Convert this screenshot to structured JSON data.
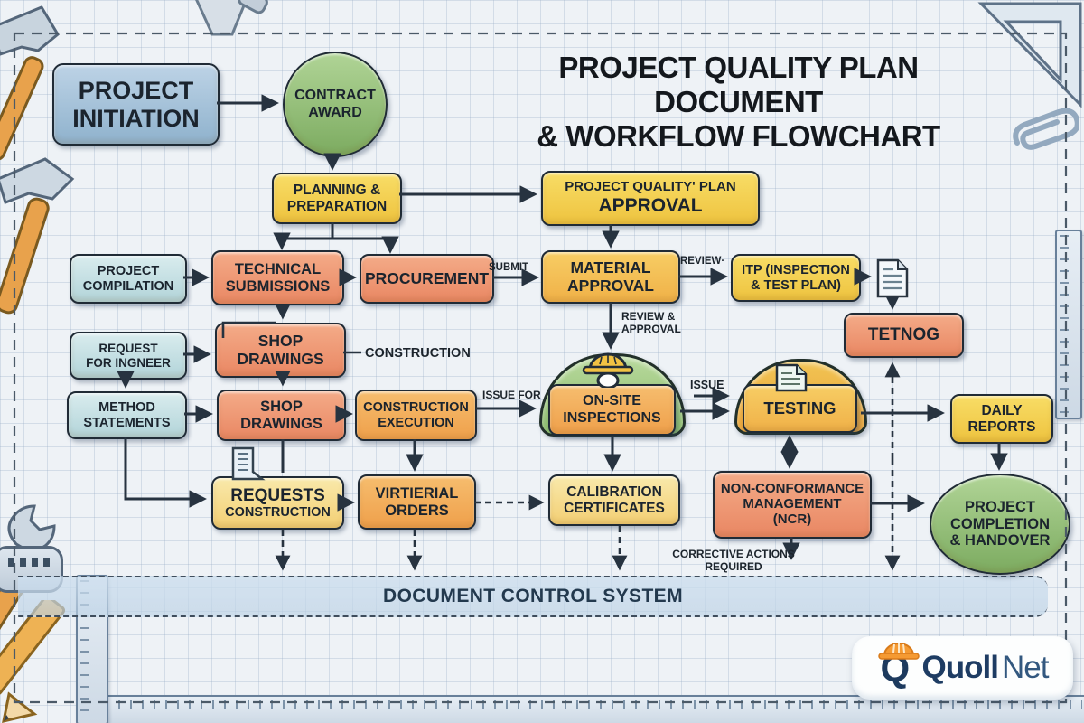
{
  "title": {
    "line1": "PROJECT QUALITY PLAN DOCUMENT",
    "line2": "& WORKFLOW FLOWCHART"
  },
  "nodes": {
    "project_initiation": {
      "line1": "PROJECT",
      "line2": "INITIATION"
    },
    "contract_award": {
      "line1": "CONTRACT",
      "line2": "AWARD"
    },
    "planning_preparation": {
      "line1": "PLANNING &",
      "line2": "PREPARATION"
    },
    "pqp_approval": {
      "line1": "PROJECT QUALITY' PLAN",
      "line2": "APPROVAL"
    },
    "project_compilation": {
      "line1": "PROJECT",
      "line2": "COMPILATION"
    },
    "technical_submissions": {
      "line1": "TECHNICAL",
      "line2": "SUBMISSIONS"
    },
    "procurement": {
      "line1": "PROCUREMENT"
    },
    "material_approval": {
      "line1": "MATERIAL",
      "line2": "APPROVAL"
    },
    "itp": {
      "line1": "ITP (INSPECTION",
      "line2": "& TEST PLAN)"
    },
    "tetnog": {
      "line1": "TETNOG"
    },
    "request_for_engineer": {
      "line1": "REQUEST",
      "line2": "FOR INGNEER"
    },
    "shop_drawings_1": {
      "line1": "SHOP",
      "line2": "DRAWINGS"
    },
    "method_statements": {
      "line1": "METHOD",
      "line2": "STATEMENTS"
    },
    "shop_drawings_2": {
      "line1": "SHOP",
      "line2": "DRAWINGS"
    },
    "construction_execution": {
      "line1": "CONSTRUCTION",
      "line2": "EXECUTION"
    },
    "onsite_inspections": {
      "line1": "ON-SITE",
      "line2": "INSPECTIONS"
    },
    "testing": {
      "line1": "TESTING"
    },
    "daily_reports": {
      "line1": "DAILY",
      "line2": "REPORTS"
    },
    "requests_construction": {
      "line1": "REQUESTS",
      "line2": "CONSTRUCTION"
    },
    "virtierial_orders": {
      "line1": "VIRTIERIAL",
      "line2": "ORDERS"
    },
    "calibration_certificates": {
      "line1": "CALIBRATION",
      "line2": "CERTIFICATES"
    },
    "ncr": {
      "line1": "NON-CONFORMANCE",
      "line2": "MANAGEMENT",
      "line3": "(NCR)"
    },
    "project_completion": {
      "line1": "PROJECT",
      "line2": "COMPLETION",
      "line3": "& HANDOVER"
    },
    "document_control_system": {
      "label": "DOCUMENT CONTROL SYSTEM"
    }
  },
  "edge_labels": {
    "submit": "SUBMIT",
    "review": "REVIEW·",
    "review_approval_line1": "REVIEW &",
    "review_approval_line2": "APPROVAL",
    "construction": "CONSTRUCTION",
    "issue_for": "ISSUE FOR",
    "issue": "ISSUE",
    "corrective_actions": "CORRECTIVE ACTIONS REQUIRED"
  },
  "logo": {
    "monogram": "Q",
    "brand_bold": "Quoll",
    "brand_light": "Net"
  },
  "colors": {
    "background": "#eef2f6",
    "grid": "#94aac4",
    "outline": "#202b36",
    "arrow": "#273340",
    "blue": "#8fb2cd",
    "teal": "#b2d4d9",
    "green": "#7cab60",
    "yellow": "#eec33f",
    "gold": "#f0b148",
    "pale_gold": "#f3cf74",
    "salmon": "#e98763",
    "orange": "#efa04b",
    "dcs_bar": "#c3d6e8",
    "logo_navy": "#1e3c63",
    "logo_helmet": "#f59a32"
  }
}
